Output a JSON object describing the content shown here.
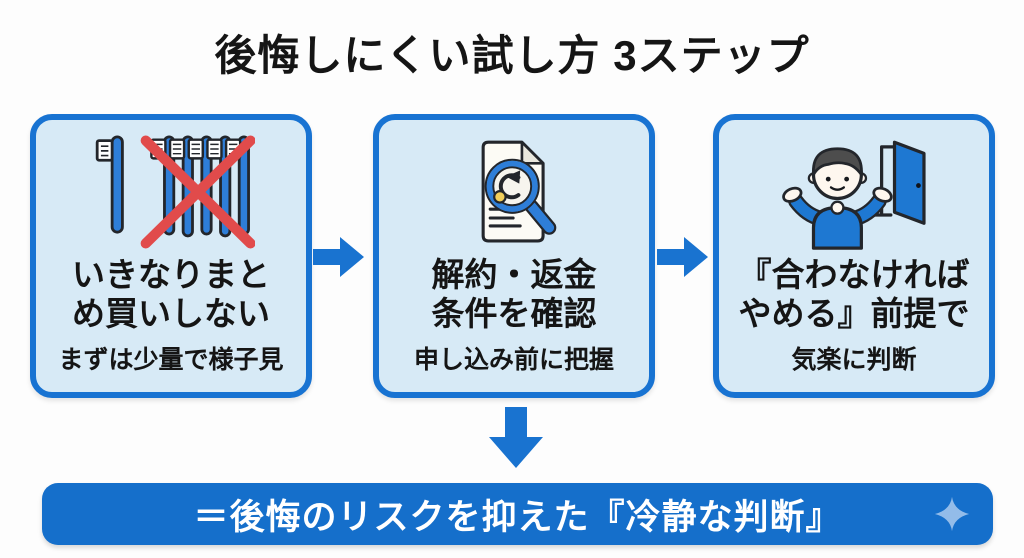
{
  "title": "後悔しにくい試し方 3ステップ",
  "steps": [
    {
      "icon": "toothbrush-no-bulk-buy-icon",
      "main_line1": "いきなりまと",
      "main_line2": "め買いしない",
      "sub": "まずは少量で様子見"
    },
    {
      "icon": "refund-terms-document-icon",
      "main_line1": "解約・返金",
      "main_line2": "条件を確認",
      "sub": "申し込み前に把握"
    },
    {
      "icon": "person-shrug-exit-door-icon",
      "main_line1": "『合わなければ",
      "main_line2": "やめる』前提で",
      "sub": "気楽に判断"
    }
  ],
  "conclusion": {
    "text": "＝後悔のリスクを抑えた『冷静な判断』"
  },
  "colors": {
    "title_text": "#151515",
    "box_border": "#1873d2",
    "box_fill": "#d7eaf6",
    "arrow_blue": "#1973d0",
    "bar_bg": "#156fcb",
    "bar_text": "#ffffff",
    "cross_red": "#e14b4b",
    "sparkle_blue": "#93bce9",
    "icon_outline": "#23262b",
    "icon_blue": "#2e7ed8",
    "coin_yellow": "#f2cf5b"
  }
}
